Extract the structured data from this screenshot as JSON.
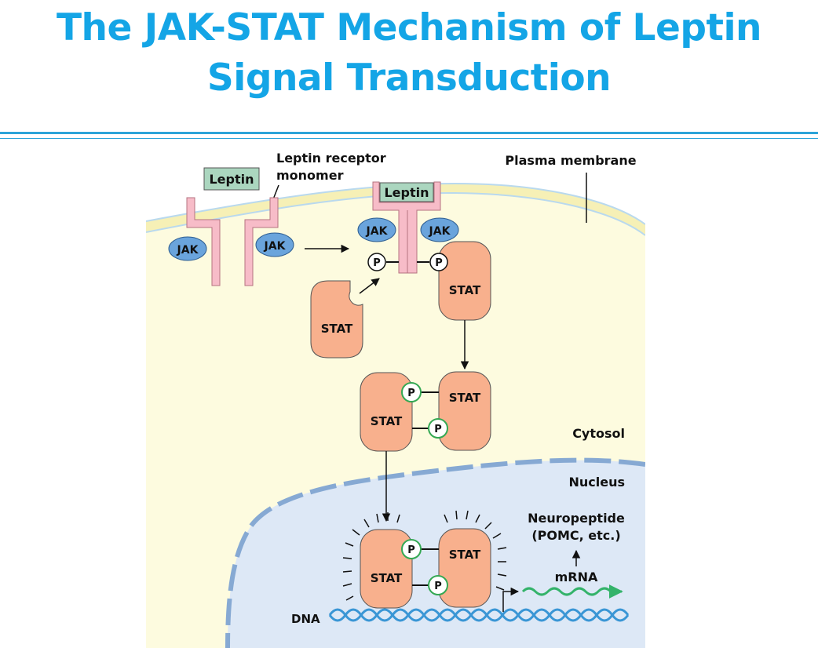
{
  "title": {
    "line1": "The JAK-STAT Mechanism of Leptin",
    "line2": "Signal Transduction"
  },
  "labels": {
    "leptin": "Leptin",
    "leptin_receptor": "Leptin receptor",
    "monomer": "monomer",
    "plasma_membrane": "Plasma membrane",
    "jak": "JAK",
    "stat": "STAT",
    "phosphate": "P",
    "cytosol": "Cytosol",
    "nucleus": "Nucleus",
    "neuropeptide": "Neuropeptide",
    "pomc": "(POMC, etc.)",
    "mrna": "mRNA",
    "dna": "DNA"
  },
  "colors": {
    "title": "#14a5e6",
    "cytosol": "#fdfbdf",
    "membrane": "#f6f0b6",
    "nucleus": "#dde8f6",
    "nuclear_envelope": "#86a9d3",
    "receptor": "#f7bcc8",
    "leptin": "#abd6bf",
    "jak": "#6aa4dc",
    "stat": "#f8b08d",
    "phosphate_ring": "#34a853",
    "mrna": "#34b36a",
    "dna": "#3a96d5"
  }
}
